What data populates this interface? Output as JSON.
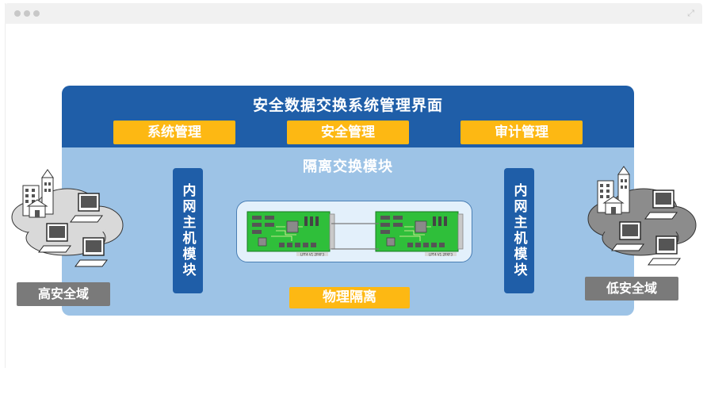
{
  "management": {
    "title": "安全数据交换系统管理界面",
    "buttons": [
      "系统管理",
      "安全管理",
      "审计管理"
    ]
  },
  "isolation": {
    "title": "隔离交换模块",
    "inner_host_left": "内网主机模块",
    "inner_host_right": "内网主机模块",
    "physical_label": "物理隔离",
    "card_text": "LPT4 V1 2PXF3"
  },
  "zones": {
    "high": "高安全域",
    "low": "低安全域"
  },
  "colors": {
    "primary_blue": "#1f5ea8",
    "light_blue": "#9dc3e6",
    "accent_yellow": "#fdb813",
    "zone_gray": "#7a7a7a",
    "pcb_green": "#2fbf3a"
  },
  "icons": [
    "building-icon",
    "computer-icon",
    "network-cloud-icon",
    "circuit-board-icon"
  ]
}
